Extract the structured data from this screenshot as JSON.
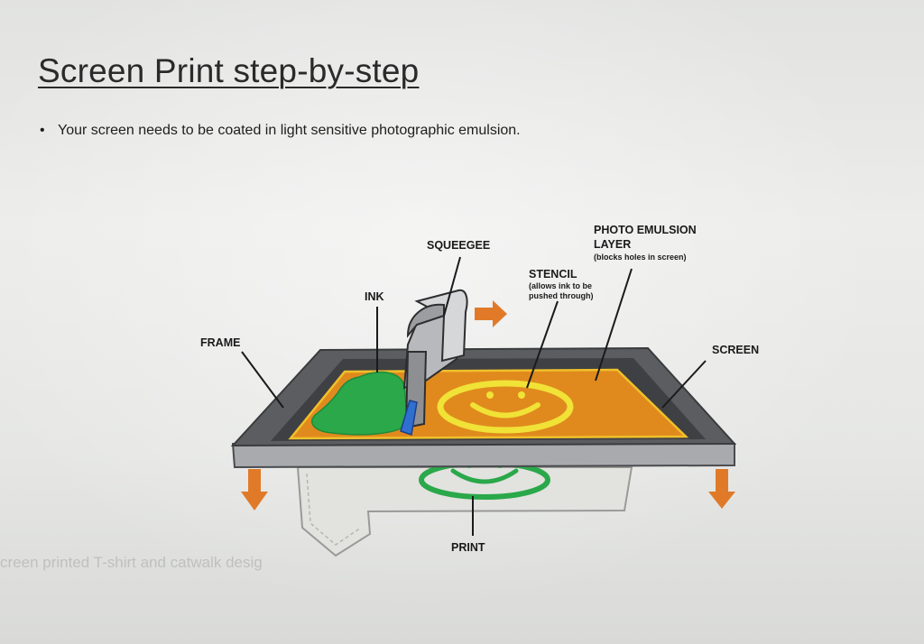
{
  "page": {
    "title": "Screen Print step-by-step",
    "bullets": [
      "Your screen needs to be coated in light sensitive photographic emulsion."
    ],
    "faded_text": "creen printed T-shirt and catwalk desig"
  },
  "diagram": {
    "labels": {
      "squeegee": "SQUEEGEE",
      "ink": "INK",
      "frame": "FRAME",
      "stencil": "STENCIL",
      "stencil_note_1": "(allows ink to be",
      "stencil_note_2": "pushed through)",
      "photo_emulsion_1": "PHOTO EMULSION",
      "photo_emulsion_2": "LAYER",
      "photo_emulsion_note": "(blocks holes in screen)",
      "screen": "SCREEN",
      "print": "PRINT"
    },
    "colors": {
      "frame": "#5c5d60",
      "emulsion": "#e08a1e",
      "stencil": "#f0e236",
      "ink": "#2aa84a",
      "arrow": "#e07a28",
      "squeegee": "#8e8f92"
    },
    "icons": [
      "arrow-right-icon",
      "arrow-down-icon"
    ]
  }
}
